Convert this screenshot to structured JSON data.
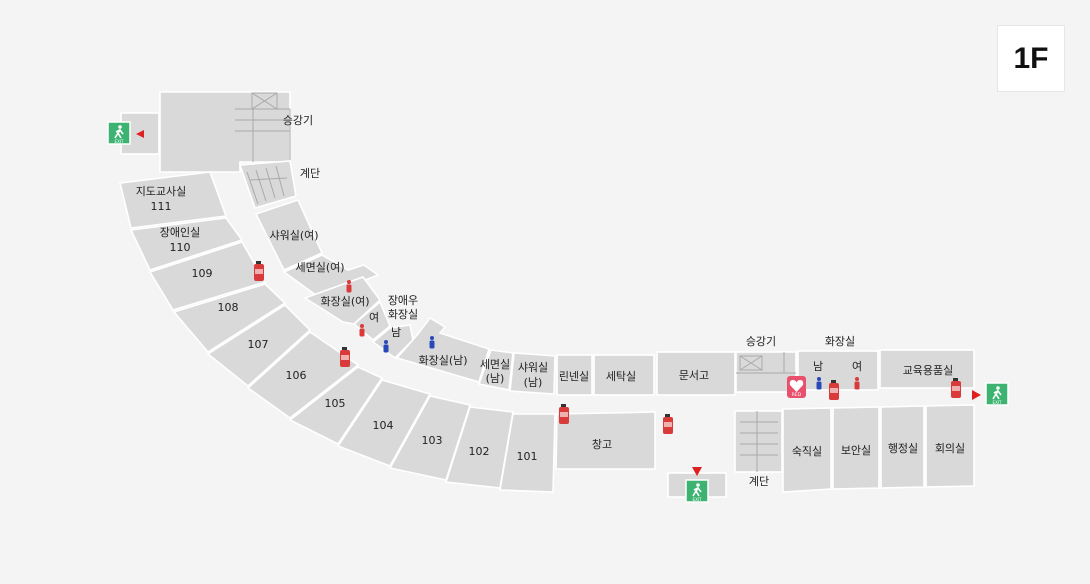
{
  "floor_label": "1F",
  "exit_sign_text": "EXIT",
  "aed_text": "RED",
  "colors": {
    "room": "#d9d9d9",
    "background": "#f4f4f4",
    "exit_green": "#3cb371",
    "exit_arrow": "#e02020",
    "extinguisher": "#d93a3a",
    "female": "#d93a3a",
    "male": "#2a49b8",
    "aed": "#e8506c"
  },
  "rooms": {
    "r111_name": "지도교사실",
    "r111_num": "111",
    "r110_name": "장애인실",
    "r110_num": "110",
    "r109": "109",
    "r108": "108",
    "r107": "107",
    "r106": "106",
    "r105": "105",
    "r104": "104",
    "r103": "103",
    "r102": "102",
    "r101": "101",
    "elevator_nw": "승강기",
    "stairs_nw": "계단",
    "shower_f": "샤워실(여)",
    "washroom_f": "세면실(여)",
    "restroom_f": "화장실(여)",
    "female_short": "여",
    "accessible_line1": "장애우",
    "accessible_line2": "화장실",
    "male_short": "남",
    "restroom_m": "화장실(남)",
    "washroom_m_line1": "세면실",
    "washroom_m_line2": "(남)",
    "shower_m_line1": "샤워실",
    "shower_m_line2": "(남)",
    "linen": "린넨실",
    "laundry": "세탁실",
    "archive": "문서고",
    "elevator_e": "승강기",
    "restroom_e": "화장실",
    "restroom_e_male": "남",
    "restroom_e_female": "여",
    "edu_supply": "교육용품실",
    "storage": "창고",
    "stairs_e": "계단",
    "night_duty": "숙직실",
    "security": "보안실",
    "admin": "행정실",
    "meeting": "회의실"
  }
}
